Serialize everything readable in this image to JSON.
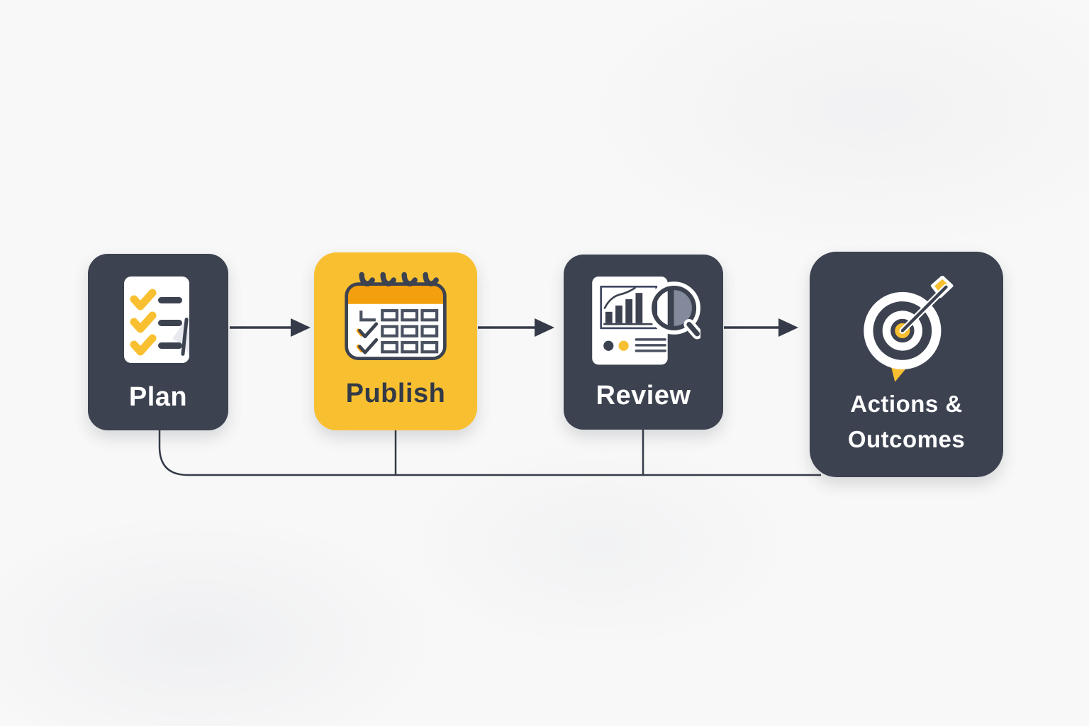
{
  "diagram": {
    "type": "flowchart",
    "orientation": "horizontal",
    "steps": [
      {
        "id": "plan",
        "label": "Plan",
        "icon": "checklist-document-icon",
        "box_color": "#3C4250",
        "label_color": "#FFFFFF"
      },
      {
        "id": "publish",
        "label": "Publish",
        "icon": "calendar-icon",
        "box_color": "#F8C031",
        "label_color": "#333A47"
      },
      {
        "id": "review",
        "label": "Review",
        "icon": "report-magnifier-icon",
        "box_color": "#3C4250",
        "label_color": "#FFFFFF"
      },
      {
        "id": "actions-outcomes",
        "label": "Actions & Outcomes",
        "label_line1": "Actions &",
        "label_line2": "Outcomes",
        "icon": "target-arrow-icon",
        "box_color": "#3C4250",
        "label_color": "#FFFFFF"
      }
    ],
    "connections": [
      {
        "from": "plan",
        "to": "publish",
        "style": "straight-arrow"
      },
      {
        "from": "publish",
        "to": "review",
        "style": "straight-arrow"
      },
      {
        "from": "review",
        "to": "actions-outcomes",
        "style": "straight-arrow"
      },
      {
        "from": "plan, publish, review (bottom)",
        "to": "actions-outcomes (bottom-left)",
        "style": "feedback-loop-line-no-arrowhead"
      }
    ]
  },
  "colors": {
    "dark": "#3C4250",
    "yellow": "#F8C031",
    "orange": "#F49F0D",
    "line": "#353B48",
    "grid": "#4A5160",
    "lens": "#9BA3B4",
    "curl": "#E7E9EE",
    "white": "#FFFFFF",
    "bg": "#F8F8F8"
  }
}
